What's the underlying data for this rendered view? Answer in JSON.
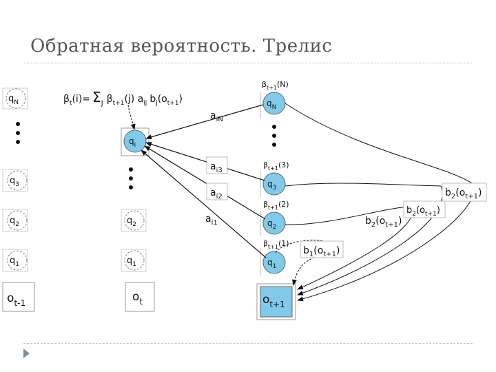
{
  "slide": {
    "title": "Обратная вероятность. Трелис"
  },
  "formula": {
    "lhs": "βt(i)=",
    "sum": "Σ",
    "sum_sub": "j",
    "terms": "βt+1(j) aij bj(ot+1)"
  },
  "columns": {
    "t_minus_1": {
      "states": [
        "qN",
        "q3",
        "q2",
        "q1"
      ],
      "observation": "ot-1"
    },
    "t": {
      "target_state": "qi",
      "states": [
        "q2",
        "q1"
      ],
      "observation": "ot"
    },
    "t_plus_1": {
      "states": [
        {
          "name": "qN",
          "beta": "βt+1(N)"
        },
        {
          "name": "q3",
          "beta": "βt+1(3)"
        },
        {
          "name": "q2",
          "beta": "βt+1(2)"
        },
        {
          "name": "q1",
          "beta": "βt+1(1)"
        }
      ],
      "observation": "ot+1"
    }
  },
  "transitions": [
    "aiN",
    "ai3",
    "ai2",
    "ai1"
  ],
  "emissions": [
    "b1(ot+1)",
    "b2(ot+1)",
    "b2(ot+1)",
    "b2(ot+1)"
  ],
  "colors": {
    "highlight": "#80cbe9",
    "circle_stroke": "#6e6e6e",
    "line": "#111111"
  }
}
